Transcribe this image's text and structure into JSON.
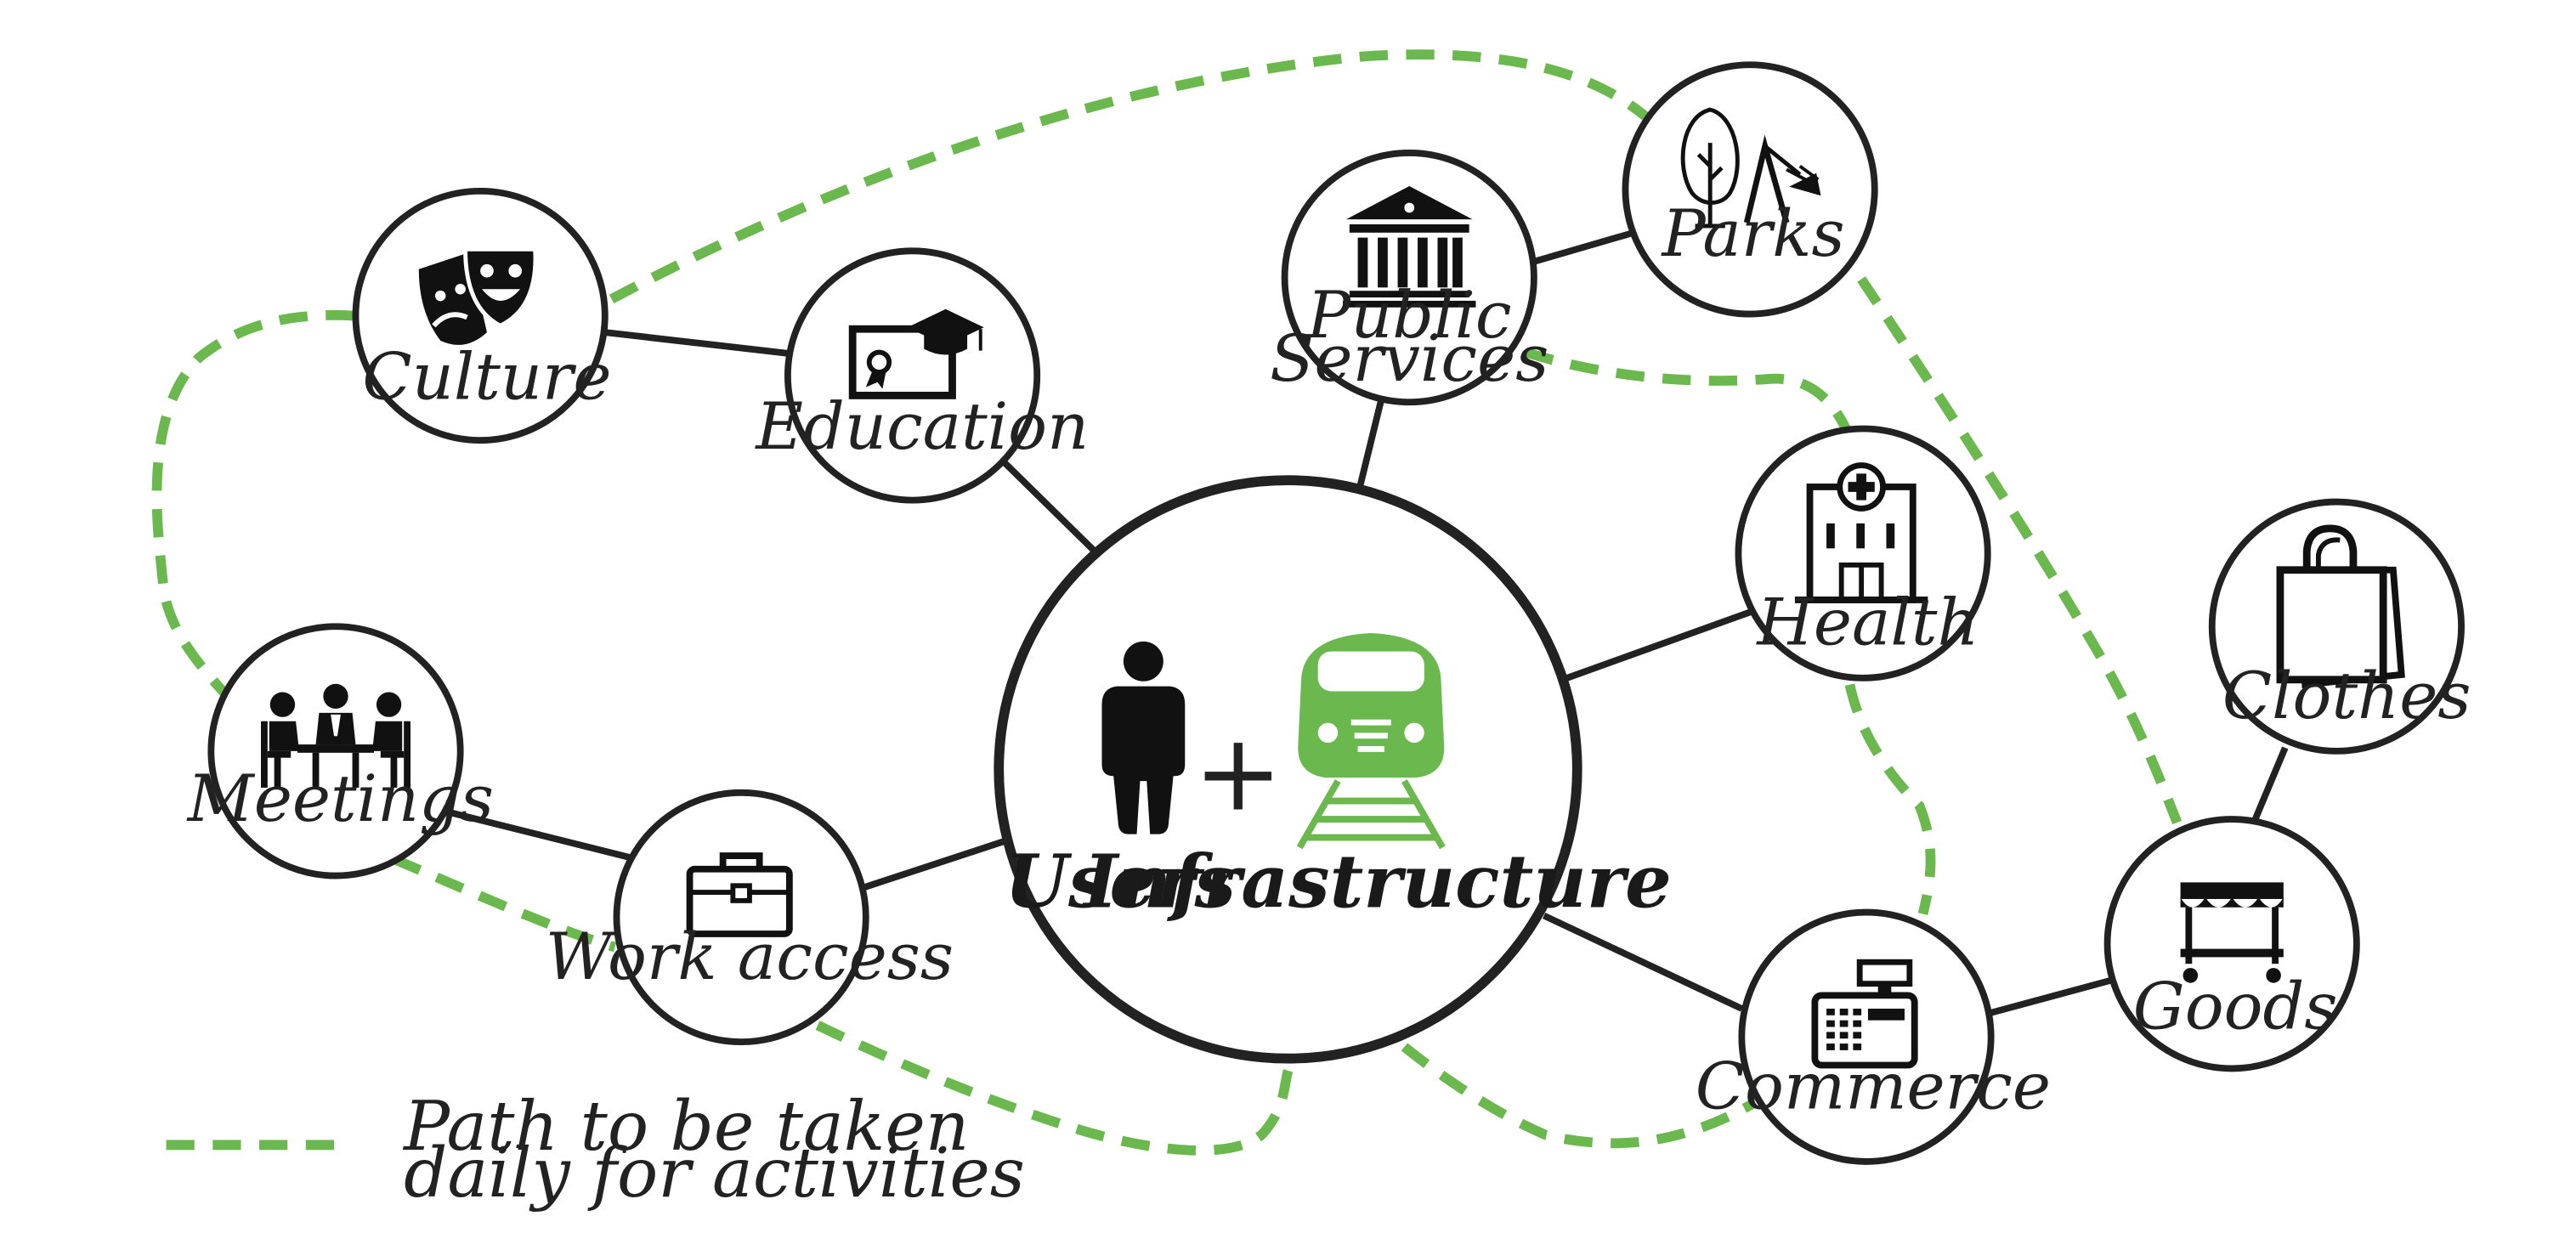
{
  "colors": {
    "path_green": "#6bb84e",
    "train_green": "#6bb84e",
    "stroke": "#222222"
  },
  "center": {
    "users_label": "Users",
    "infrastructure_label": "Infrastructure",
    "plus": "+"
  },
  "nodes": {
    "culture": {
      "label": "Culture",
      "icon": "theater-masks-icon"
    },
    "education": {
      "label": "Education",
      "icon": "diploma-icon"
    },
    "public_services": {
      "label_line1": "Public",
      "label_line2": "Services",
      "icon": "government-building-icon"
    },
    "parks": {
      "label": "Parks",
      "icon": "tree-swing-icon"
    },
    "health": {
      "label": "Health",
      "icon": "hospital-icon"
    },
    "clothes": {
      "label": "Clothes",
      "icon": "shopping-bag-icon"
    },
    "goods": {
      "label": "Goods",
      "icon": "market-stall-icon"
    },
    "commerce": {
      "label": "Commerce",
      "icon": "cash-register-icon"
    },
    "work_access": {
      "label": "Work access",
      "icon": "briefcase-icon"
    },
    "meetings": {
      "label": "Meetings",
      "icon": "meeting-table-icon"
    }
  },
  "legend": {
    "line1": "Path to be taken",
    "line2": "daily for activities"
  }
}
